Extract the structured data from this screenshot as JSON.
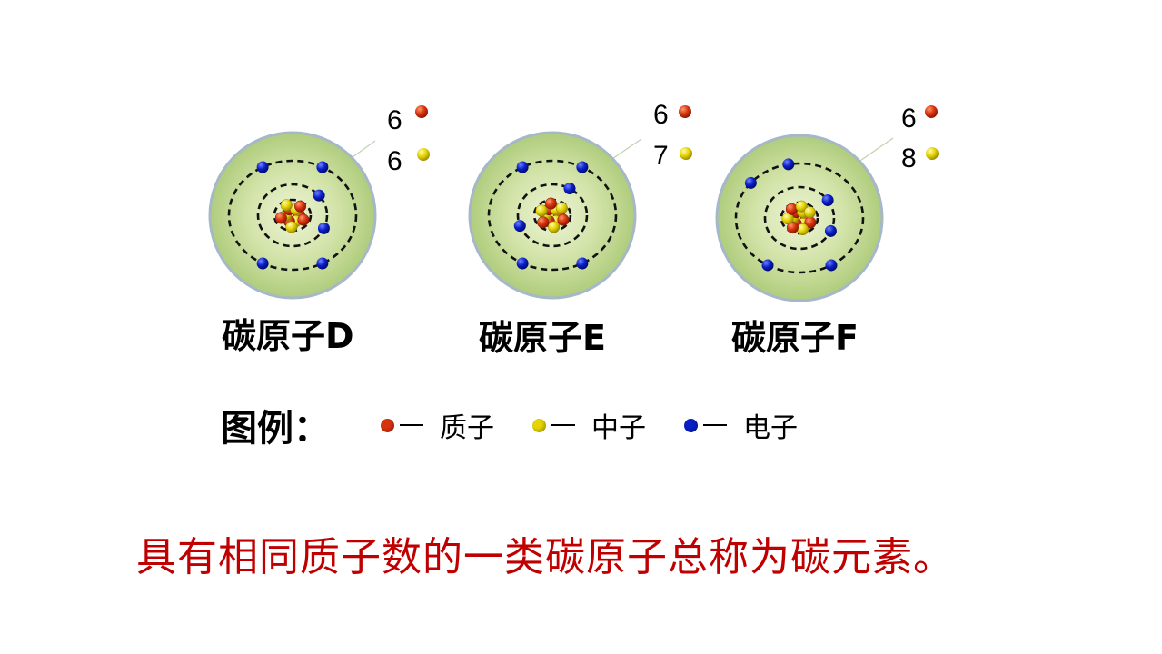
{
  "colors": {
    "proton": "#d8330f",
    "neutron": "#e6d400",
    "electron": "#0a1ec8",
    "atom_fill": "#bcd58e",
    "conclusion_text": "#c00000"
  },
  "atoms": [
    {
      "label": "碳原子D",
      "proton_count": "6",
      "neutron_count": "6",
      "protons": 6,
      "neutrons": 6,
      "electrons": 6
    },
    {
      "label": "碳原子E",
      "proton_count": "6",
      "neutron_count": "7",
      "protons": 6,
      "neutrons": 7,
      "electrons": 6
    },
    {
      "label": "碳原子F",
      "proton_count": "6",
      "neutron_count": "8",
      "protons": 6,
      "neutrons": 8,
      "electrons": 6
    }
  ],
  "legend": {
    "title": "图例：",
    "items": [
      {
        "dash": "—",
        "label": "质子",
        "particle": "proton"
      },
      {
        "dash": "—",
        "label": "中子",
        "particle": "neutron"
      },
      {
        "dash": "—",
        "label": "电子",
        "particle": "electron"
      }
    ]
  },
  "conclusion": "具有相同质子数的一类碳原子总称为碳元素。"
}
